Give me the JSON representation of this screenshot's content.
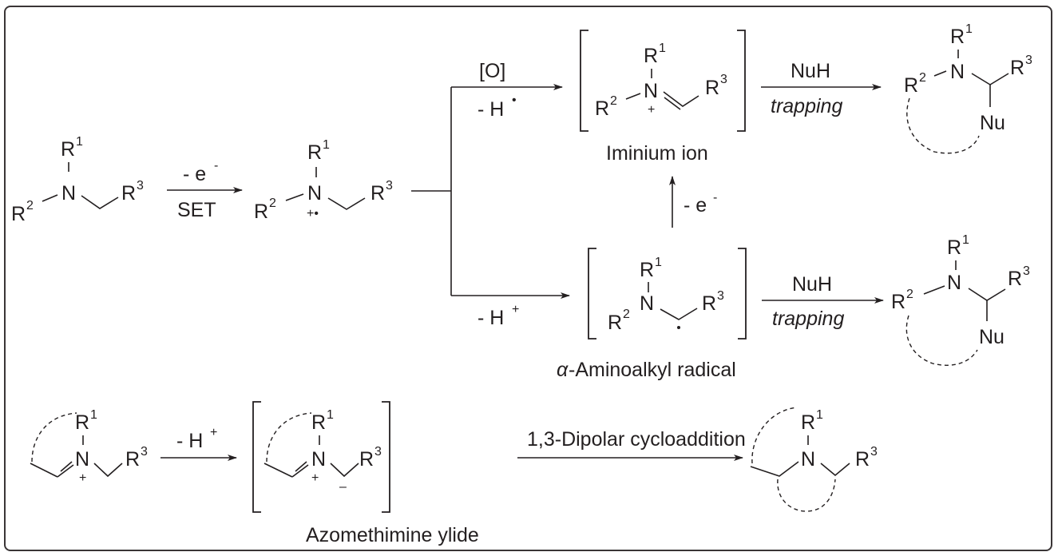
{
  "labels": {
    "R": "R",
    "N": "N",
    "Nu": "Nu",
    "s1": "1",
    "s2": "2",
    "s3": "3",
    "plus": "+",
    "minus": "–",
    "plus_radical": "+•",
    "dot": "•"
  },
  "steps": {
    "set_top": "- e",
    "set_top_sup": "-",
    "set_bottom": "SET",
    "oxid_top": "[O]",
    "oxid_bottom": "- H",
    "oxid_bottom_sup": "•",
    "deprot_bottom": "- H",
    "deprot_bottom_sup": "+",
    "nuh": "NuH",
    "trapping": "trapping",
    "electron_loss": "- e",
    "electron_loss_sup": "-",
    "ylide_deprot": "- H",
    "ylide_deprot_sup": "+",
    "cycloaddition": "1,3-Dipolar cycloaddition"
  },
  "species": {
    "iminium": "Iminium ion",
    "aminoalkyl_alpha": "α",
    "aminoalkyl": "-Aminoalkyl radical",
    "ylide": "Azomethimine ylide"
  }
}
